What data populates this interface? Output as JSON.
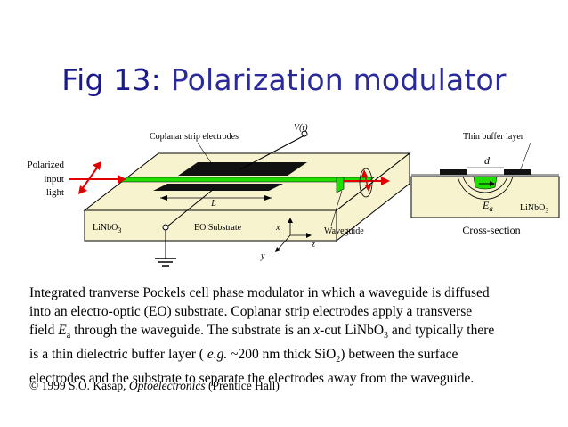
{
  "title": {
    "prefix": "Fig 13:",
    "name": "Polarization modulator"
  },
  "labels": {
    "coplanar": "Coplanar strip electrodes",
    "vt": "V(t)",
    "polarized": "Polarized",
    "input": "input",
    "light": "light",
    "length": "L",
    "linbo3_left": "LiNbO",
    "sub3": "3",
    "eo_substrate": "EO Substrate",
    "x": "x",
    "y": "y",
    "z": "z",
    "waveguide": "Waveguide",
    "thin_buffer": "Thin buffer layer",
    "d": "d",
    "ea": "E",
    "ea_sub": "a",
    "linbo3_right": "LiNbO",
    "cross_section": "Cross-section"
  },
  "paragraph": {
    "l1": "Integrated tranverse Pockels cell phase modulator in which a waveguide is diffused",
    "l2": "into an electro-optic (EO) substrate. Coplanar strip electrodes apply a  transverse",
    "l3a": "field ",
    "l3b": "E",
    "l3c": "a",
    "l3d": " through the waveguide. The substrate is an   ",
    "l3e": "x",
    "l3f": "-cut LiNbO",
    "l3g": "3",
    "l3h": " and typically there",
    "l4a": "is a thin dielectric buffer layer (   ",
    "l4b": "e.g.",
    "l4c": " ~200 nm thick SiO",
    "l4d": "2",
    "l4e": ") between the surface",
    "l5": "electrodes and the substrate to separate the electrodes away from the waveguide."
  },
  "copyright": {
    "a": "© 1999 S.O. Kasap,  ",
    "b": "Optoelectronics",
    "c": " (Prentice Hall)"
  },
  "colors": {
    "title": "#1a1a8c",
    "substrate": "#f7f3cf",
    "waveguide": "#22dd00",
    "arrow": "#e00000"
  }
}
